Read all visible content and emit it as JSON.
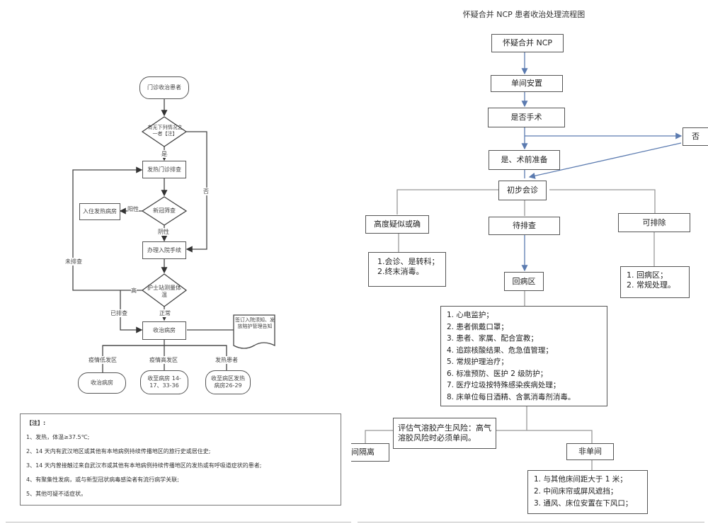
{
  "left_flowchart": {
    "start": "门诊收治患者",
    "decision1": "有无下列情况之一者【注】",
    "decision1_yes": "是",
    "decision1_no": "否",
    "fever_screening": "发热门诊排查",
    "decision2": "新冠筛查",
    "decision2_positive": "阳性",
    "decision2_negative": "阴性",
    "fever_ward": "入住发热病房",
    "admission": "办理入院手续",
    "decision3": "护士站测量体温",
    "decision3_high": "高",
    "decision3_normal": "正常",
    "not_screened": "未排查",
    "screened": "已排查",
    "admit_ward": "收治病房",
    "notice_doc": "签订入院须知、发放陪护管理告知",
    "branches": [
      {
        "label": "疫情低发区",
        "result": "收治病房"
      },
      {
        "label": "疫情高发区",
        "result": "收至病房 14-17、33-36"
      },
      {
        "label": "发热患者",
        "result": "收至病区发热病房26-29"
      }
    ]
  },
  "notes": {
    "title": "【注】:",
    "items": [
      "1、发热，体温≥37.5℃;",
      "2、14 天内有武汉地区或其他有本地病例持续传播地区的旅行史或居住史;",
      "3、14 天内曾接触过来自武汉市或其他有本地病例持续传播地区的发热或有呼吸道症状的患者;",
      "4、有聚集性发病，或与新型冠状病毒感染者有流行病学关联;",
      "5、其他可疑不适症状。"
    ]
  },
  "right_flowchart": {
    "title": "怀疑合并 NCP 患者收治处理流程图",
    "start": "怀疑合并 NCP",
    "single_room": "单间安置",
    "surgery_q": "是否手术",
    "no": "否",
    "yes_prep": "是、术前准备",
    "consult": "初步会诊",
    "high_suspect": "高度疑似或确",
    "high_suspect_actions": [
      "1.会诊、是转科；",
      "2.终末消毒。"
    ],
    "pending": "待排查",
    "excludable": "可排除",
    "excludable_actions": [
      "1.  回病区；",
      "2.  常规处理。"
    ],
    "return_ward": "回病区",
    "ward_actions": [
      "1.   心电监护；",
      "2.   患者佩戴口罩；",
      "3.   患者、家属、配合宣教；",
      "4.   追踪核酸结果、危急值管理；",
      "5.   常规护理治疗；",
      "6.   标准预防、医护 2 级防护；",
      "7.   医疗垃圾按特殊感染疾病处理；",
      "8.   床单位每日酒精、含氯消毒剂消毒。"
    ],
    "aerosol": "评估气溶胶产生风险：高气溶胶风险时必须单间。",
    "isolation": "间隔离",
    "non_single": "非单间",
    "non_single_actions": [
      "1.   与其他床间距大于 1 米；",
      "2.   中间床帘或屏风遮挡；",
      "3.   通风、床位安置在下风口；"
    ]
  }
}
